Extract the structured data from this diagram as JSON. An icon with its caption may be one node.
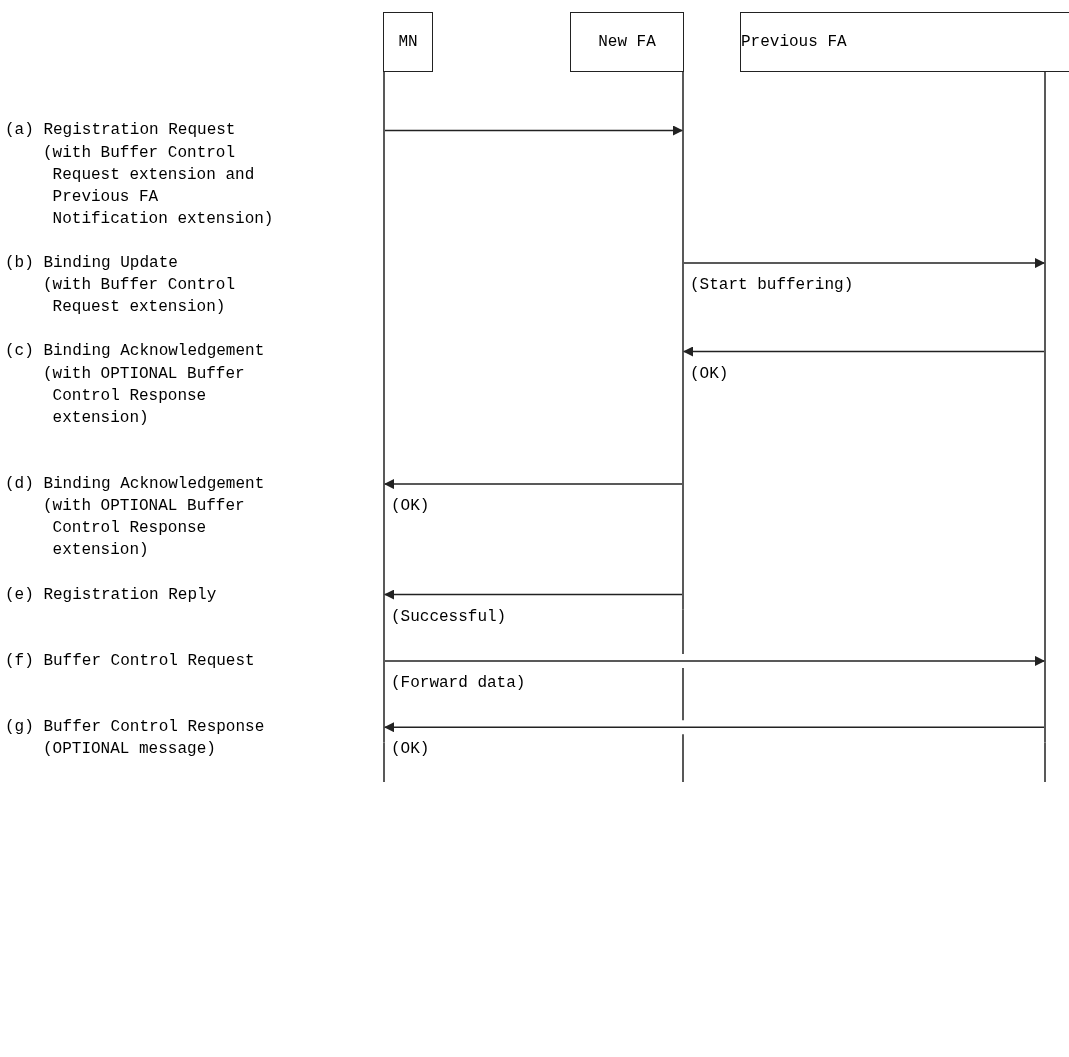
{
  "diagram": {
    "nodes": [
      {
        "text": [
          "MN"
        ]
      },
      {
        "text": [
          "New FA"
        ]
      },
      {
        "text": [
          "Previous FA"
        ]
      }
    ],
    "edges": [
      {
        "from": 0,
        "to": 1,
        "arrow": "to"
      },
      {
        "from": 1,
        "to": 2,
        "arrow": "to",
        "label": "(Start buffering)"
      },
      {
        "from": 2,
        "to": 1,
        "arrow": "to",
        "label": "(OK)"
      },
      {
        "from": 1,
        "to": 0,
        "arrow": "to",
        "label": "(OK)"
      },
      {
        "from": 1,
        "to": 0,
        "arrow": "to",
        "label": "(Successful)"
      },
      {
        "from": 0,
        "to": 2,
        "arrow": "to",
        "label": "(Forward data)"
      },
      {
        "from": 2,
        "to": 0,
        "arrow": "to",
        "label": "(OK)"
      }
    ],
    "labels": [
      "(a) Registration Request",
      "(with Buffer Control Request extension and Previous FA Notification extension)",
      "(b) Binding Update",
      "(with Buffer Control Request extension)",
      "(c) Binding Acknowledgement",
      "(with OPTIONAL Buffer Control Response extension)",
      "(d) Binding Acknowledgement",
      "(with OPTIONAL Buffer Control Response extension)",
      "(e) Registration Reply",
      "(f) Buffer Control Request",
      "(g) Buffer Control Response",
      "(OPTIONAL message)"
    ]
  }
}
